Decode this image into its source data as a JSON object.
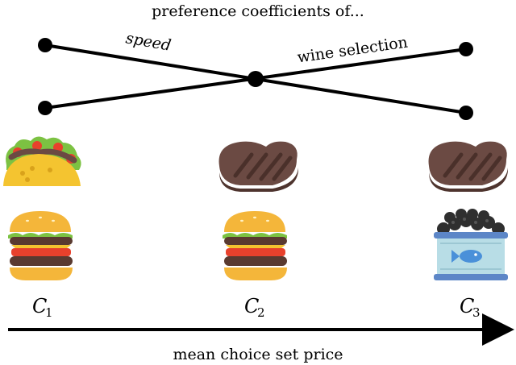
{
  "title": "preference coefficients of...",
  "line_labels": {
    "speed": "speed",
    "wine": "wine selection"
  },
  "columns": [
    {
      "label_main": "C",
      "label_sub": "1",
      "top_item": "taco",
      "bottom_item": "burger"
    },
    {
      "label_main": "C",
      "label_sub": "2",
      "top_item": "steak",
      "bottom_item": "burger"
    },
    {
      "label_main": "C",
      "label_sub": "3",
      "top_item": "steak",
      "bottom_item": "caviar-tin"
    }
  ],
  "axis_label": "mean choice set price",
  "colors": {
    "line": "#000000",
    "taco_shell": "#F4C430",
    "steak": "#6B4A43",
    "bun": "#F4B63A",
    "patty": "#5A3A30",
    "tomato": "#E8412C",
    "lettuce": "#7CC242",
    "tin": "#B8DDE6",
    "tin_band": "#5C86C7",
    "caviar": "#2F2F2F"
  }
}
